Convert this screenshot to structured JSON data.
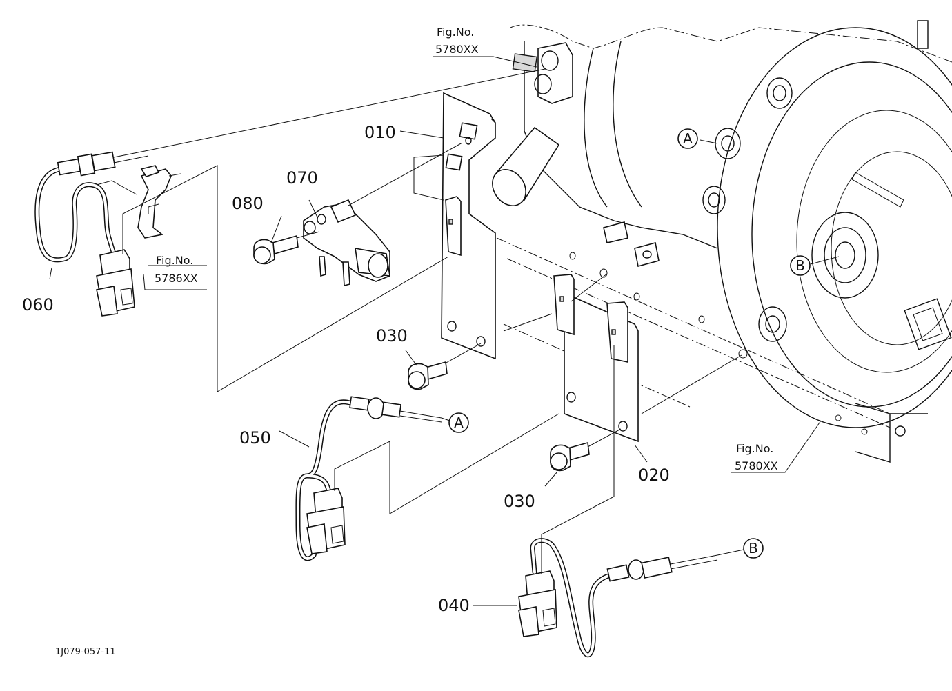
{
  "parts": {
    "p010": "010",
    "p020": "020",
    "p030a": "030",
    "p030b": "030",
    "p040": "040",
    "p050": "050",
    "p060": "060",
    "p070": "070",
    "p080": "080"
  },
  "figrefs": {
    "top": {
      "line1": "Fig.No.",
      "line2": "5780XX"
    },
    "left": {
      "line1": "Fig.No.",
      "line2": "5786XX"
    },
    "right": {
      "line1": "Fig.No.",
      "line2": "5780XX"
    }
  },
  "callouts": {
    "a": "A",
    "b": "B"
  },
  "drawing_code": "1J079-057-11"
}
